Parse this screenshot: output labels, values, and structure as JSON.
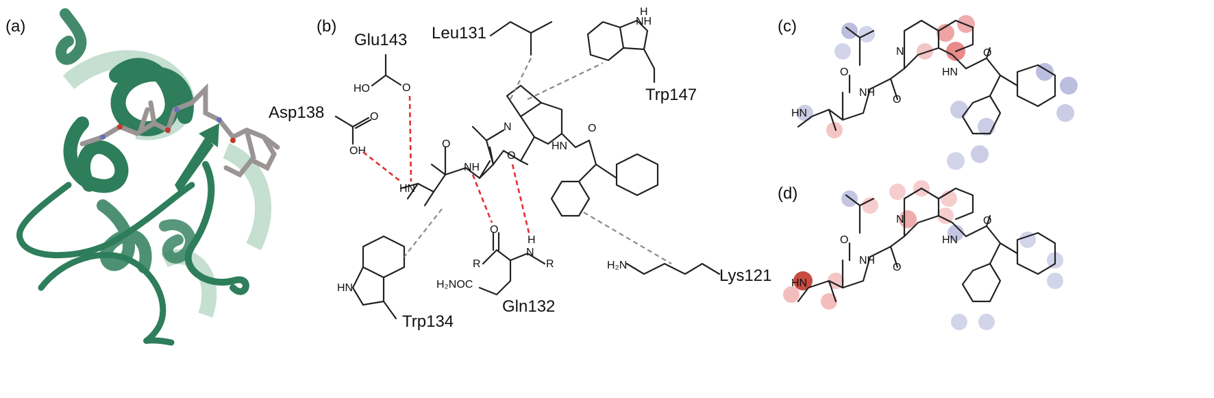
{
  "panels": {
    "a": {
      "label": "(a)"
    },
    "b": {
      "label": "(b)",
      "residues": {
        "glu143": "Glu143",
        "asp138": "Asp138",
        "leu131": "Leu131",
        "trp147": "Trp147",
        "trp134": "Trp134",
        "gln132": "Gln132",
        "lys121": "Lys121"
      },
      "atoms": {
        "ho_glu": "HO",
        "o_glu": "O",
        "oh_asp": "OH",
        "o_asp": "O",
        "hn_nme": "HN",
        "nh_amide1": "NH",
        "o_amide1": "O",
        "o_amide2": "O",
        "n_ring": "N",
        "hn_amide3": "HN",
        "o_amide3": "O",
        "nh_trp147": "NH",
        "h_trp147": "H",
        "hn_trp134": "HN",
        "o_gln": "O",
        "r1_gln": "R",
        "h_gln": "H",
        "n_gln": "N",
        "r2_gln": "R",
        "h2noc": "H₂NOC",
        "h2n_lys": "H₂N"
      }
    },
    "c": {
      "label": "(c)",
      "atoms": {
        "hn": "HN",
        "o1": "O",
        "nh": "NH",
        "o2": "O",
        "n": "N",
        "hn2": "HN",
        "o3": "O"
      }
    },
    "d": {
      "label": "(d)",
      "atoms": {
        "hn": "HN",
        "o1": "O",
        "nh": "NH",
        "o2": "O",
        "n": "N",
        "hn2": "HN",
        "o3": "O"
      }
    }
  },
  "colors": {
    "ribbon": "#2e7d5b",
    "ribbon_light": "#9fc9b2",
    "ligand": "#9a9494",
    "hbond": "#e03030",
    "hydrophobic": "#888888",
    "positive": "#e05a5a",
    "negative": "#6a6fb8"
  }
}
